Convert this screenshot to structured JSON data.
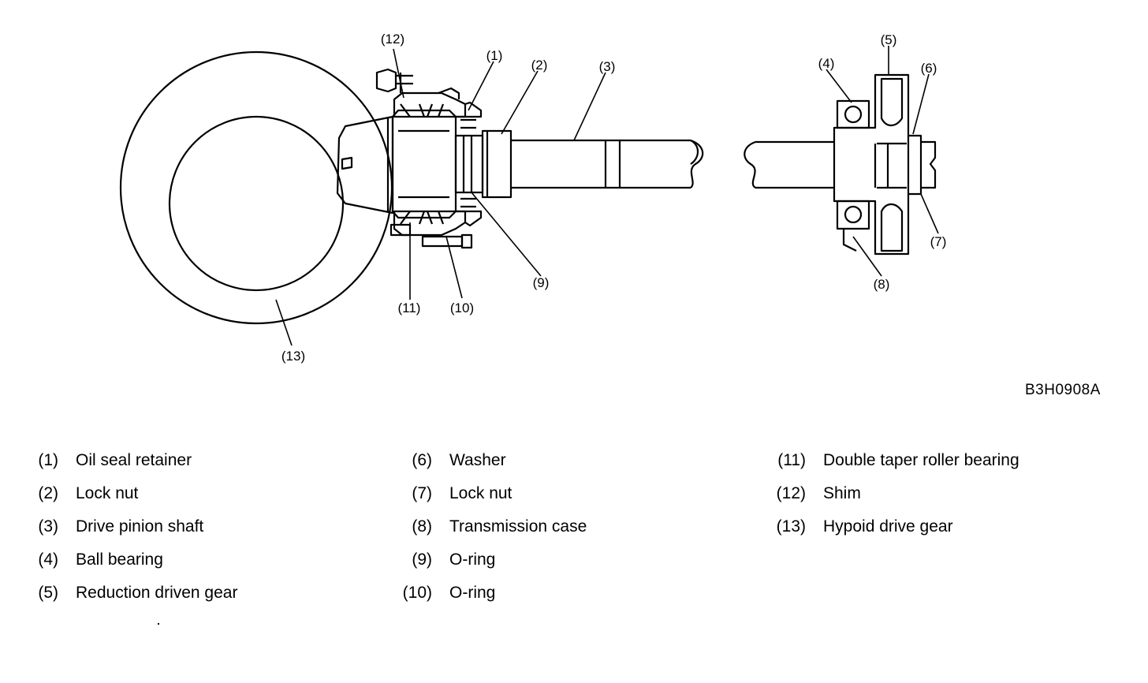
{
  "figure_code": "B3H0908A",
  "callouts": [
    "(1)",
    "(2)",
    "(3)",
    "(4)",
    "(5)",
    "(6)",
    "(7)",
    "(8)",
    "(9)",
    "(10)",
    "(11)",
    "(12)",
    "(13)"
  ],
  "legend": [
    [
      {
        "num": "(1)",
        "name": "Oil seal retainer"
      },
      {
        "num": "(2)",
        "name": "Lock nut"
      },
      {
        "num": "(3)",
        "name": "Drive pinion shaft"
      },
      {
        "num": "(4)",
        "name": "Ball bearing"
      },
      {
        "num": "(5)",
        "name": "Reduction driven gear"
      }
    ],
    [
      {
        "num": "(6)",
        "name": "Washer"
      },
      {
        "num": "(7)",
        "name": "Lock nut"
      },
      {
        "num": "(8)",
        "name": "Transmission case"
      },
      {
        "num": "(9)",
        "name": "O-ring"
      },
      {
        "num": "(10)",
        "name": "O-ring"
      }
    ],
    [
      {
        "num": "(11)",
        "name": "Double taper roller bearing"
      },
      {
        "num": "(12)",
        "name": "Shim"
      },
      {
        "num": "(13)",
        "name": "Hypoid drive gear"
      }
    ]
  ]
}
